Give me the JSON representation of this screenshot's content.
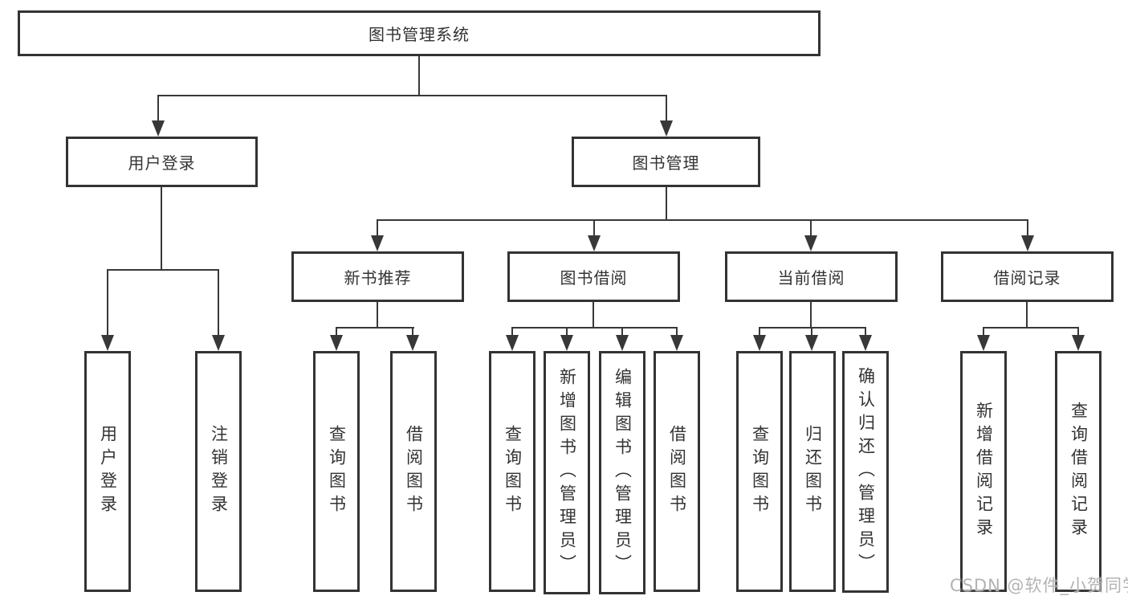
{
  "diagram_type": "hierarchy-tree",
  "tree": {
    "label": "图书管理系统",
    "children": [
      {
        "label": "用户登录",
        "children": [
          {
            "label": "用户登录"
          },
          {
            "label": "注销登录"
          }
        ]
      },
      {
        "label": "图书管理",
        "children": [
          {
            "label": "新书推荐",
            "children": [
              {
                "label": "查询图书"
              },
              {
                "label": "借阅图书"
              }
            ]
          },
          {
            "label": "图书借阅",
            "children": [
              {
                "label": "查询图书"
              },
              {
                "label": "新增图书（管理员）"
              },
              {
                "label": "编辑图书（管理员）"
              },
              {
                "label": "借阅图书"
              }
            ]
          },
          {
            "label": "当前借阅",
            "children": [
              {
                "label": "查询图书"
              },
              {
                "label": "归还图书"
              },
              {
                "label": "确认归还（管理员）"
              }
            ]
          },
          {
            "label": "借阅记录",
            "children": [
              {
                "label": "新增借阅记录"
              },
              {
                "label": "查询借阅记录"
              }
            ]
          }
        ]
      }
    ]
  },
  "watermark": {
    "text": "CSDN @软件_小贺同学"
  },
  "icons": {
    "arrow-down-icon": "css-triangle-down"
  },
  "colors": {
    "background": "#ffffff",
    "box_border": "#333333",
    "line": "#383838",
    "text": "#333333",
    "watermark_text": "#b3b3b3"
  }
}
